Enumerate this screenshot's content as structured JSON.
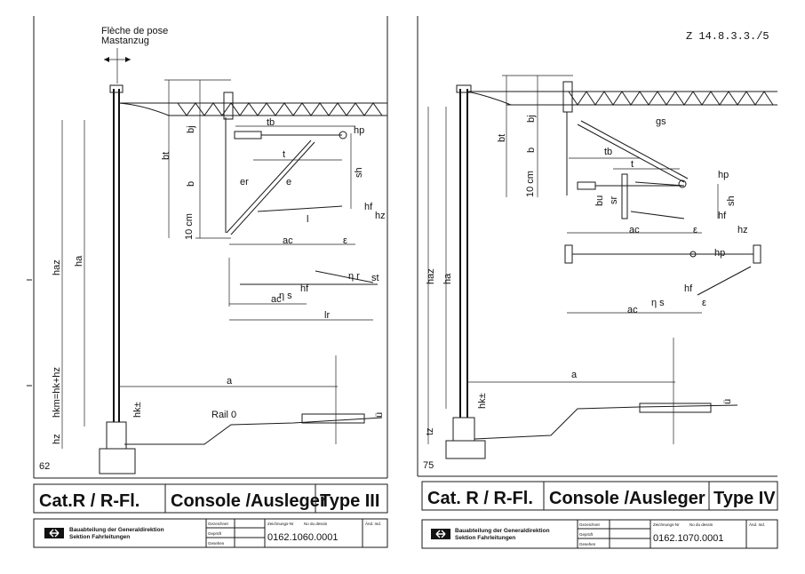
{
  "left_sheet": {
    "page_number": "62",
    "arrow_label_fr": "Flèche de pose",
    "arrow_label_de": "Mastanzug",
    "labels": {
      "bj": "bj",
      "bt": "bt",
      "b": "b",
      "ten_cm": "10 cm",
      "tb": "tb",
      "t": "t",
      "e": "e",
      "er": "er",
      "l": "l",
      "ac": "ac",
      "eps": "ε",
      "sh": "sh",
      "hp": "hp",
      "hf": "hf",
      "hz_r": "hz",
      "haz": "haz",
      "ha": "ha",
      "hkm": "hkm=hk+hz",
      "hz": "hz",
      "hk": "hk±",
      "a": "a",
      "rail": "Rail 0",
      "u": "ü",
      "lr": "lr",
      "st": "st",
      "ac2": "ac",
      "hf2": "hf",
      "eta_r": "η r",
      "eta_s": "η s"
    },
    "title_block": {
      "cat": "Cat.R / R-Fl.",
      "console": "Console /Ausleger",
      "type": "Type III",
      "org_line1": "Bauabteilung der Generaldirektion",
      "org_line2": "Sektion Fahrleitungen",
      "row_labels": [
        "Gezeichnet",
        "Geprüft",
        "Gesehen"
      ],
      "drawing_no_label": "Zeichnungs-Nr",
      "drawing_no_label2": "No du dessin",
      "drawing_no": "0162.1060.0001",
      "rev_label": "Änd. Ind."
    }
  },
  "right_sheet": {
    "page_number": "75",
    "reference": "Z 14.8.3.3./5",
    "labels": {
      "bj": "bj",
      "bt": "bt",
      "b": "b",
      "ten_cm": "10 cm",
      "gs": "gs",
      "tb": "tb",
      "t": "t",
      "hp": "hp",
      "bu": "bu",
      "sr": "sr",
      "sh": "sh",
      "hf": "hf",
      "ac": "ac",
      "eps": "ε",
      "hz_s": "hz",
      "haz": "haz",
      "ha": "ha",
      "hp2": "hp",
      "hf2": "hf",
      "eta_s": "η s",
      "ac2": "ac",
      "eps2": "ε",
      "a": "a",
      "hk": "hk±",
      "tz": "tz",
      "u": "ü"
    },
    "title_block": {
      "cat": "Cat. R / R-Fl.",
      "console": "Console /Ausleger",
      "type": "Type IV",
      "org_line1": "Bauabteilung der Generaldirektion",
      "org_line2": "Sektion Fahrleitungen",
      "row_labels": [
        "Gezeichnet",
        "Geprüft",
        "Gesehen"
      ],
      "drawing_no_label": "Zeichnungs-Nr",
      "drawing_no_label2": "No du dessin",
      "drawing_no": "0162.1070.0001",
      "rev_label": "Änd. Ind."
    }
  },
  "icons": [
    "sbb-logo-icon"
  ]
}
